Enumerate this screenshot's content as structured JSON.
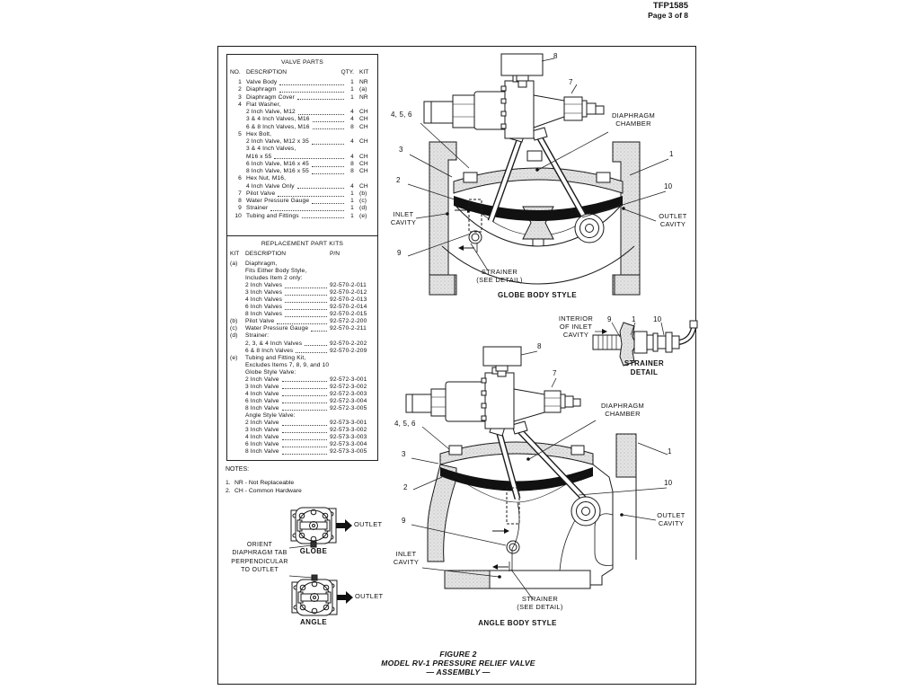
{
  "header": {
    "doc_id": "TFP1585",
    "page": "Page 3 of 8"
  },
  "valve_parts": {
    "title": "VALVE PARTS",
    "columns": {
      "no": "NO.",
      "desc": "DESCRIPTION",
      "qty": "QTY.",
      "kit": "KIT"
    },
    "rows": [
      {
        "no": "1",
        "desc": "Valve Body",
        "qty": "1",
        "kit": "NR",
        "dots": true
      },
      {
        "no": "2",
        "desc": "Diaphragm",
        "qty": "1",
        "kit": "(a)",
        "dots": true
      },
      {
        "no": "3",
        "desc": "Diaphragm Cover",
        "qty": "1",
        "kit": "NR",
        "dots": true
      },
      {
        "no": "4",
        "desc": "Flat Washer,"
      },
      {
        "desc": "2 Inch Valve, M12",
        "qty": "4",
        "kit": "CH",
        "dots": true
      },
      {
        "desc": "3 & 4 Inch Valves, M16",
        "qty": "4",
        "kit": "CH",
        "dots": true
      },
      {
        "desc": "6 & 8 Inch Valves, M16",
        "qty": "8",
        "kit": "CH",
        "dots": true
      },
      {
        "no": "5",
        "desc": "Hex Bolt,"
      },
      {
        "desc": "2 Inch Valve, M12 x 35",
        "qty": "4",
        "kit": "CH",
        "dots": true
      },
      {
        "desc": "3 & 4 Inch Valves,"
      },
      {
        "desc": "M16 x 55",
        "qty": "4",
        "kit": "CH",
        "dots": true
      },
      {
        "desc": "6 Inch Valve, M16 x 45",
        "qty": "8",
        "kit": "CH",
        "dots": true
      },
      {
        "desc": "8 Inch Valve, M16 x 55",
        "qty": "8",
        "kit": "CH",
        "dots": true
      },
      {
        "no": "6",
        "desc": "Hex Nut, M16,"
      },
      {
        "desc": "4 Inch Valve Only",
        "qty": "4",
        "kit": "CH",
        "dots": true
      },
      {
        "no": "7",
        "desc": "Pilot Valve",
        "qty": "1",
        "kit": "(b)",
        "dots": true
      },
      {
        "no": "8",
        "desc": "Water Pressure Gauge",
        "qty": "1",
        "kit": "(c)",
        "dots": true
      },
      {
        "no": "9",
        "desc": "Strainer",
        "qty": "1",
        "kit": "(d)",
        "dots": true
      },
      {
        "no": "10",
        "desc": "Tubing and Fittings",
        "qty": "1",
        "kit": "(e)",
        "dots": true
      }
    ]
  },
  "replacement_kits": {
    "title": "REPLACEMENT PART KITS",
    "columns": {
      "kit": "KIT",
      "desc": "DESCRIPTION",
      "pn": "P/N"
    },
    "rows": [
      {
        "kit": "(a)",
        "desc": "Diaphragm,"
      },
      {
        "desc": "Fits Either Body Style,"
      },
      {
        "desc": "Includes Item 2 only:"
      },
      {
        "desc": "2 Inch Valves",
        "pn": "92-570-2-011",
        "dots": true
      },
      {
        "desc": "3 Inch Valves",
        "pn": "92-570-2-012",
        "dots": true
      },
      {
        "desc": "4 Inch Valves",
        "pn": "92-570-2-013",
        "dots": true
      },
      {
        "desc": "6 Inch Valves",
        "pn": "92-570-2-014",
        "dots": true
      },
      {
        "desc": "8 Inch Valves",
        "pn": "92-570-2-015",
        "dots": true
      },
      {
        "kit": "(b)",
        "desc": "Pilot Valve",
        "pn": "92-572-2-200",
        "dots": true
      },
      {
        "kit": "(c)",
        "desc": "Water Pressure Gauge",
        "pn": "92-570-2-211",
        "dots": true
      },
      {
        "kit": "(d)",
        "desc": "Strainer:"
      },
      {
        "desc": "2, 3, & 4 Inch Valves",
        "pn": "92-570-2-202",
        "dots": true
      },
      {
        "desc": "6 & 8 Inch Valves",
        "pn": "92-570-2-209",
        "dots": true
      },
      {
        "kit": "(e)",
        "desc": "Tubing and Fitting Kit,"
      },
      {
        "desc": "Excludes Items 7, 8, 9, and 10"
      },
      {
        "desc": "Globe Style Valve:"
      },
      {
        "desc": "2 Inch Valve",
        "pn": "92-572-3-001",
        "dots": true
      },
      {
        "desc": "3 Inch Valve",
        "pn": "92-572-3-002",
        "dots": true
      },
      {
        "desc": "4 Inch Valve",
        "pn": "92-572-3-003",
        "dots": true
      },
      {
        "desc": "6 Inch Valve",
        "pn": "92-572-3-004",
        "dots": true
      },
      {
        "desc": "8 Inch Valve",
        "pn": "92-572-3-005",
        "dots": true
      },
      {
        "desc": "Angle Style Valve:"
      },
      {
        "desc": "2 Inch Valve",
        "pn": "92-573-3-001",
        "dots": true
      },
      {
        "desc": "3 Inch Valve",
        "pn": "92-573-3-002",
        "dots": true
      },
      {
        "desc": "4 Inch Valve",
        "pn": "92-573-3-003",
        "dots": true
      },
      {
        "desc": "6 Inch Valve",
        "pn": "92-573-3-004",
        "dots": true
      },
      {
        "desc": "8 Inch Valve",
        "pn": "92-573-3-005",
        "dots": true
      }
    ]
  },
  "notes": {
    "title": "NOTES:",
    "items": [
      {
        "num": "1.",
        "text": "NR - Not Replaceable"
      },
      {
        "num": "2.",
        "text": "CH - Common Hardware"
      }
    ]
  },
  "diagrams": {
    "globe": {
      "callouts": {
        "c8": "8",
        "c7": "7",
        "c456": "4, 5, 6",
        "c3": "3",
        "c2": "2",
        "c1": "1",
        "c10": "10",
        "c9": "9"
      },
      "labels": {
        "diaphragm_chamber": "DIAPHRAGM\nCHAMBER",
        "inlet_cavity": "INLET\nCAVITY",
        "outlet_cavity": "OUTLET\nCAVITY",
        "strainer": "STRAINER\n(SEE DETAIL)"
      },
      "caption": "GLOBE BODY STYLE"
    },
    "angle": {
      "callouts": {
        "c8": "8",
        "c7": "7",
        "c456": "4, 5, 6",
        "c3": "3",
        "c2": "2",
        "c1": "1",
        "c10": "10",
        "c9": "9"
      },
      "labels": {
        "diaphragm_chamber": "DIAPHRAGM\nCHAMBER",
        "inlet_cavity": "INLET\nCAVITY",
        "outlet_cavity": "OUTLET\nCAVITY",
        "strainer": "STRAINER\n(SEE DETAIL)"
      },
      "caption": "ANGLE BODY STYLE"
    },
    "strainer_detail": {
      "label": "INTERIOR\nOF INLET\nCAVITY",
      "callouts": {
        "c9": "9",
        "c1": "1",
        "c10": "10"
      },
      "caption": "STRAINER\nDETAIL"
    },
    "orientation": {
      "note": "ORIENT\nDIAPHRAGM TAB\nPERPENDICULAR\nTO OUTLET",
      "globe_caption": "GLOBE",
      "angle_caption": "ANGLE",
      "outlet_globe": "OUTLET",
      "outlet_angle": "OUTLET"
    }
  },
  "figure_caption": {
    "line1": "FIGURE 2",
    "line2": "MODEL RV-1 PRESSURE RELIEF VALVE",
    "line3": "— ASSEMBLY —"
  },
  "colors": {
    "ink": "#111111",
    "hatch_fill": "#e4e4e4",
    "hatch_dot": "#8c8c8c",
    "paper": "#ffffff"
  }
}
